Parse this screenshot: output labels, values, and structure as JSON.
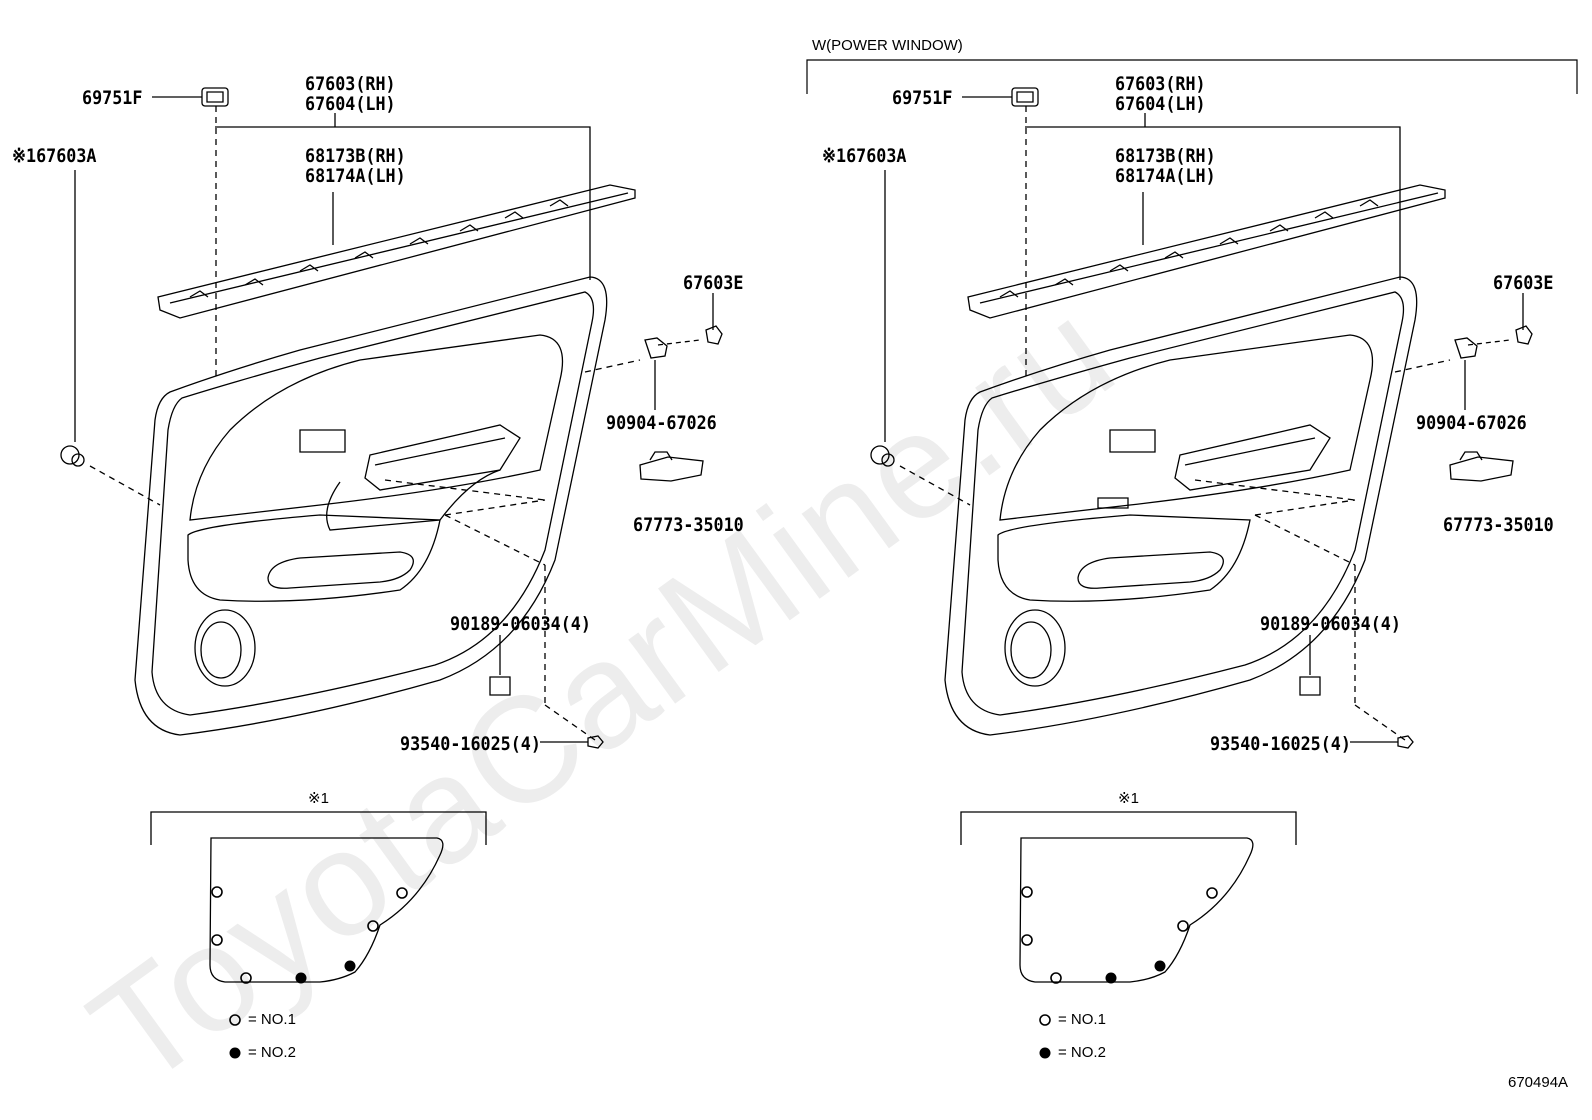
{
  "watermark": "ToyotaCarMine.ru",
  "figure_id": "670494A",
  "right_group_label": "W(POWER WINDOW)",
  "panels": [
    {
      "id": "left",
      "labels": {
        "clip_69751F": "69751F",
        "trim_rh": "67603(RH)",
        "trim_lh": "67604(LH)",
        "weatherstrip_rh": "68173B(RH)",
        "weatherstrip_lh": "68174A(LH)",
        "service_67603A": "※167603A",
        "part_67603E": "67603E",
        "part_90904": "90904-67026",
        "part_67773": "67773-35010",
        "part_90189": "90189-06034(4)",
        "part_93540": "93540-16025(4)"
      },
      "inset": {
        "mark": "※1",
        "no1": "= NO.1",
        "no2": "= NO.2"
      }
    },
    {
      "id": "right",
      "labels": {
        "clip_69751F": "69751F",
        "trim_rh": "67603(RH)",
        "trim_lh": "67604(LH)",
        "weatherstrip_rh": "68173B(RH)",
        "weatherstrip_lh": "68174A(LH)",
        "service_67603A": "※167603A",
        "part_67603E": "67603E",
        "part_90904": "90904-67026",
        "part_67773": "67773-35010",
        "part_90189": "90189-06034(4)",
        "part_93540": "93540-16025(4)"
      },
      "inset": {
        "mark": "※1",
        "no1": "= NO.1",
        "no2": "= NO.2"
      }
    }
  ]
}
